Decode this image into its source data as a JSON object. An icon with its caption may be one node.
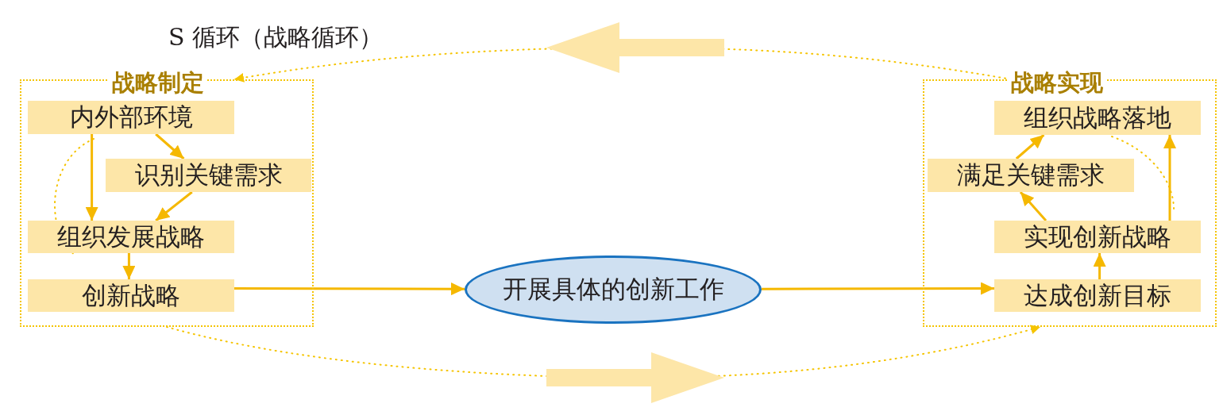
{
  "diagram": {
    "nodes": [
      {
        "text": [
          "战略制定"
        ]
      },
      {
        "text": [
          "内外部环境"
        ],
        "in": 0
      },
      {
        "text": [
          "识别关键需求"
        ],
        "in": 0
      },
      {
        "text": [
          "组织发展战略"
        ],
        "in": 0
      },
      {
        "text": [
          "创新战略"
        ],
        "in": 0
      },
      {
        "text": [
          "开展具体的创新工作"
        ]
      },
      {
        "text": [
          "战略实现"
        ]
      },
      {
        "text": [
          "组织战略落地"
        ],
        "in": 6
      },
      {
        "text": [
          "满足关键需求"
        ],
        "in": 6
      },
      {
        "text": [
          "实现创新战略"
        ],
        "in": 6
      },
      {
        "text": [
          "达成创新目标"
        ],
        "in": 6
      }
    ],
    "edges": [
      {
        "from": 1,
        "to": 2,
        "arrow": "to"
      },
      {
        "from": 1,
        "to": 3,
        "arrow": "to"
      },
      {
        "from": 2,
        "to": 3,
        "arrow": "to"
      },
      {
        "from": 3,
        "to": 4,
        "arrow": "to"
      },
      {
        "from": 4,
        "to": 5,
        "arrow": "to"
      },
      {
        "from": 5,
        "to": 10,
        "arrow": "to"
      },
      {
        "from": 10,
        "to": 9,
        "arrow": "to"
      },
      {
        "from": 9,
        "to": 8,
        "arrow": "to"
      },
      {
        "from": 8,
        "to": 7,
        "arrow": "to"
      },
      {
        "from": 9,
        "to": 7,
        "arrow": "to"
      },
      {
        "from": 6,
        "to": 0,
        "arrow": "to",
        "style": "dashed"
      },
      {
        "from": 0,
        "to": 6,
        "arrow": "to",
        "style": "dashed"
      }
    ],
    "labels": [
      "S 循环（战略循环）"
    ]
  }
}
